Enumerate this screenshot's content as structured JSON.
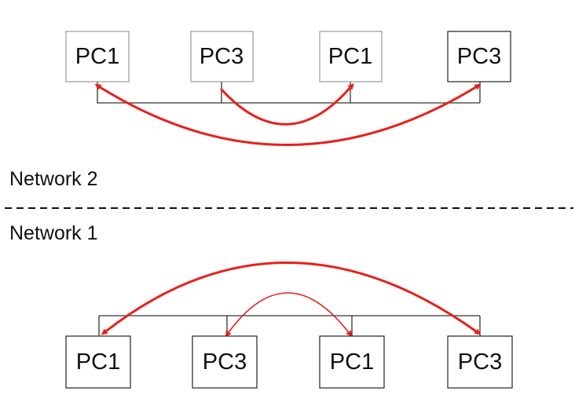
{
  "network2": {
    "label": "Network 2",
    "nodes": [
      {
        "label": "PC1"
      },
      {
        "label": "PC3"
      },
      {
        "label": "PC1"
      },
      {
        "label": "PC3"
      }
    ]
  },
  "network1": {
    "label": "Network 1",
    "nodes": [
      {
        "label": "PC1"
      },
      {
        "label": "PC3"
      },
      {
        "label": "PC1"
      },
      {
        "label": "PC3"
      }
    ]
  },
  "colors": {
    "arrow": "#e8201c",
    "box_border_light": "#999999",
    "box_border_dark": "#222222",
    "text": "#111111"
  }
}
